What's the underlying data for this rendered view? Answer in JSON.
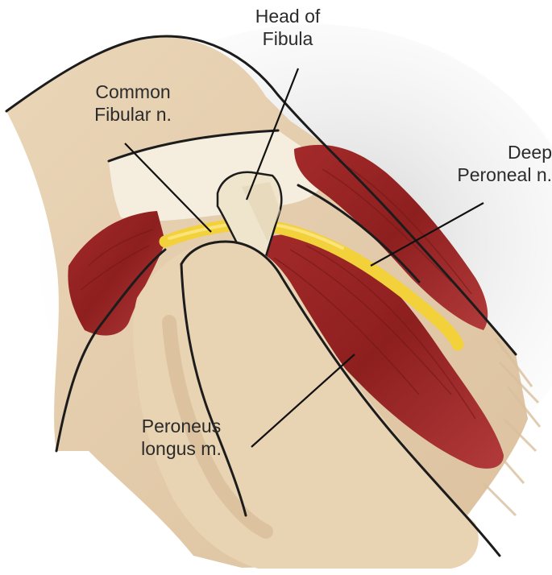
{
  "labels": {
    "head_of_fibula": [
      "Head of",
      "Fibula"
    ],
    "common_fibular": [
      "Common",
      "Fibular n."
    ],
    "deep_peroneal": [
      "Deep",
      "Peroneal n."
    ],
    "peroneus_longus": [
      "Peroneus",
      "longus m."
    ]
  },
  "colors": {
    "skin": "#e6cfb0",
    "skin_shadow": "#d4b894",
    "muscle": "#9b2424",
    "muscle_dark": "#6e1616",
    "tendon": "#f5ecdc",
    "bone": "#efe4cc",
    "nerve": "#f2d13a",
    "outline": "#1c1c1c",
    "leader": "#111111"
  }
}
